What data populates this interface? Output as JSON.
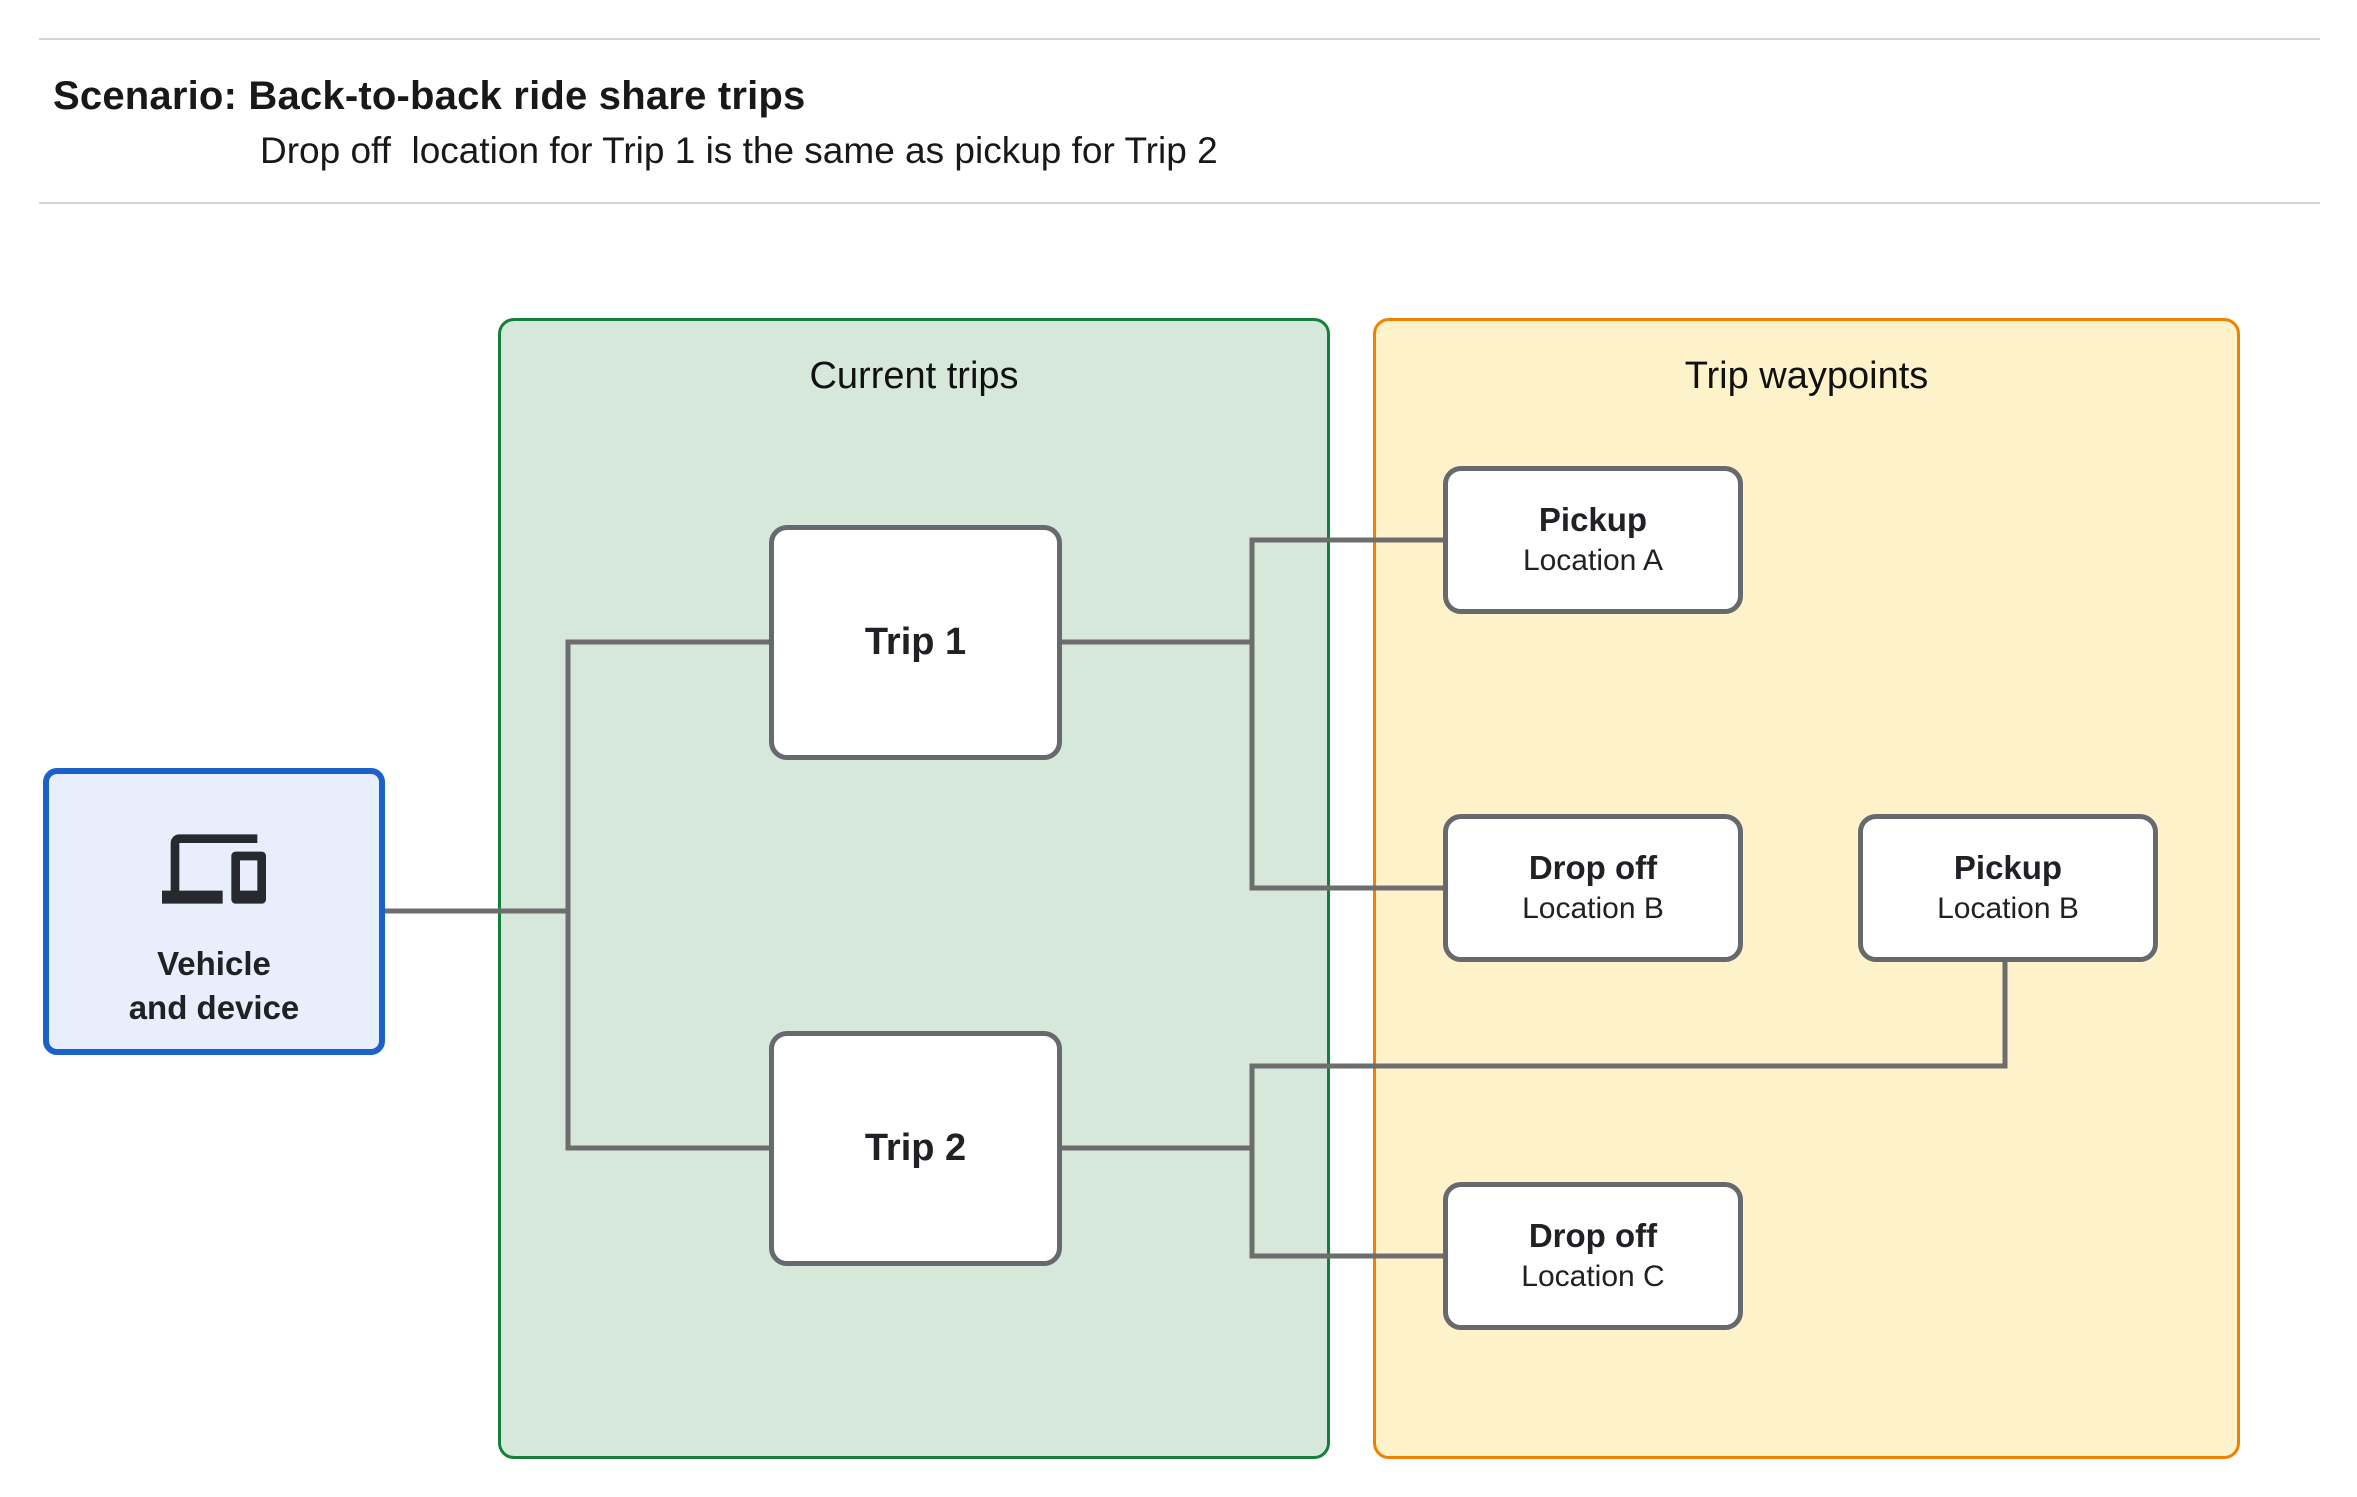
{
  "header": {
    "title": "Scenario: Back-to-back ride share trips",
    "subtitle": "Drop off  location for Trip 1 is the same as pickup for Trip 2"
  },
  "vehicle_node": {
    "icon": "devices-icon",
    "label_line1": "Vehicle",
    "label_line2": "and device"
  },
  "panels": {
    "current_trips": {
      "title": "Current trips",
      "fill": "#d5e8d9",
      "border": "#15803a"
    },
    "trip_waypoints": {
      "title": "Trip waypoints",
      "fill": "#fdf2ca",
      "border": "#ee8100"
    }
  },
  "trips": [
    {
      "label": "Trip 1"
    },
    {
      "label": "Trip 2"
    }
  ],
  "waypoints": [
    {
      "title": "Pickup",
      "subtitle": "Location A"
    },
    {
      "title": "Drop off",
      "subtitle": "Location B"
    },
    {
      "title": "Pickup",
      "subtitle": "Location B"
    },
    {
      "title": "Drop off",
      "subtitle": "Location C"
    }
  ],
  "colors": {
    "vehicle_fill": "#e8eefb",
    "vehicle_border": "#1b62c8",
    "node_border_gray": "#66696d",
    "connector_gray": "#6d6d6d",
    "hairline_gray": "#d4d4d4",
    "text": "#202124"
  }
}
